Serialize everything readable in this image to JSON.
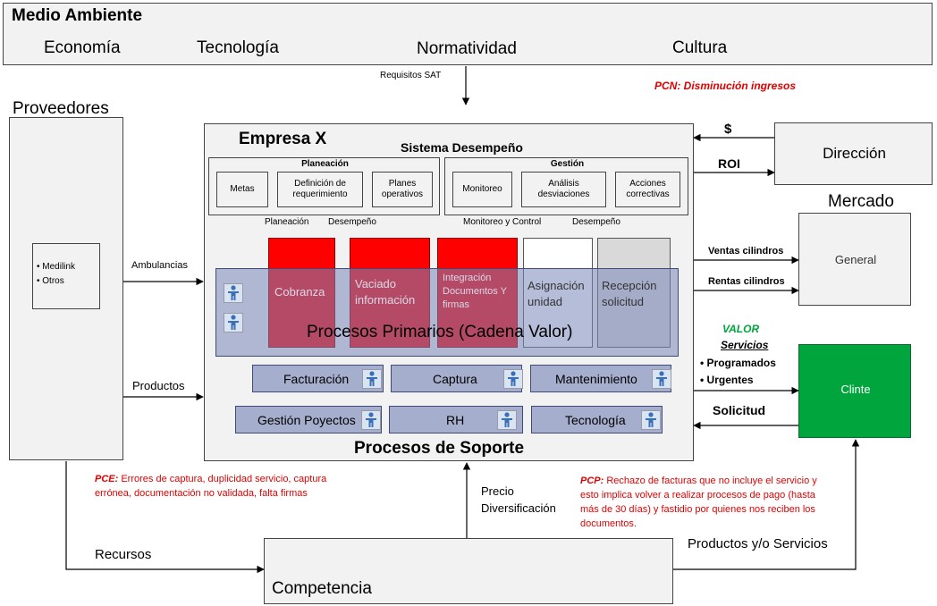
{
  "environment": {
    "title": "Medio Ambiente",
    "items": [
      "Economía",
      "Tecnología",
      "Normatividad",
      "Cultura"
    ]
  },
  "requisitos_label": "Requisitos SAT",
  "pcn": "PCN: Disminución ingresos",
  "proveedores": {
    "title": "Proveedores",
    "bullets": [
      "Medilink",
      "Otros"
    ],
    "arrow_ambulancias": "Ambulancias",
    "arrow_productos": "Productos"
  },
  "empresa": {
    "title": "Empresa X",
    "sistema": "Sistema Desempeño",
    "planeacion": {
      "title": "Planeación",
      "items": [
        "Metas",
        "Definición de requerimiento",
        "Planes operativos"
      ]
    },
    "gestion": {
      "title": "Gestión",
      "items": [
        "Monitoreo",
        "Análisis desviaciones",
        "Acciones correctivas"
      ]
    },
    "flow_labels": [
      "Planeación",
      "Desempeño",
      "Monitoreo y Control",
      "Desempeño"
    ],
    "primary_blocks": [
      "Cobranza",
      "Vaciado información",
      "Integración Documentos Y firmas",
      "Asignación unidad",
      "Recepción solicitud"
    ],
    "procesos_primarios": "Procesos Primarios (Cadena Valor)",
    "support_items": [
      "Facturación",
      "Captura",
      "Mantenimiento",
      "Gestión Poyectos",
      "RH",
      "Tecnología"
    ],
    "procesos_soporte": "Procesos de Soporte"
  },
  "direccion": {
    "title": "Dirección",
    "dollar": "$",
    "roi": "ROI"
  },
  "mercado": {
    "title": "Mercado",
    "general": "General",
    "ventas": "Ventas cilindros",
    "rentas": "Rentas cilindros"
  },
  "valor": {
    "title": "VALOR",
    "servicios": "Servicios",
    "bullets": [
      "Programados",
      "Urgentes"
    ],
    "solicitud": "Solicitud"
  },
  "clinte": "Clinte",
  "pce": {
    "label": "PCE:",
    "text": "Errores de captura, duplicidad servicio, captura errónea, documentación  no validada, falta firmas"
  },
  "pcp": {
    "label": "PCP:",
    "text": "Rechazo de facturas que no incluye el servicio y esto implica volver a realizar procesos de pago (hasta más de 30 días) y fastidio por quienes nos reciben los documentos."
  },
  "precio": [
    "Precio",
    "Diversificación"
  ],
  "recursos": "Recursos",
  "productos_servicios": "Productos y/o Servicios",
  "competencia": "Competencia",
  "colors": {
    "red_block": "#ff0000",
    "band": "#a5aecd",
    "green": "#00a63d",
    "note_red": "#e00000"
  }
}
